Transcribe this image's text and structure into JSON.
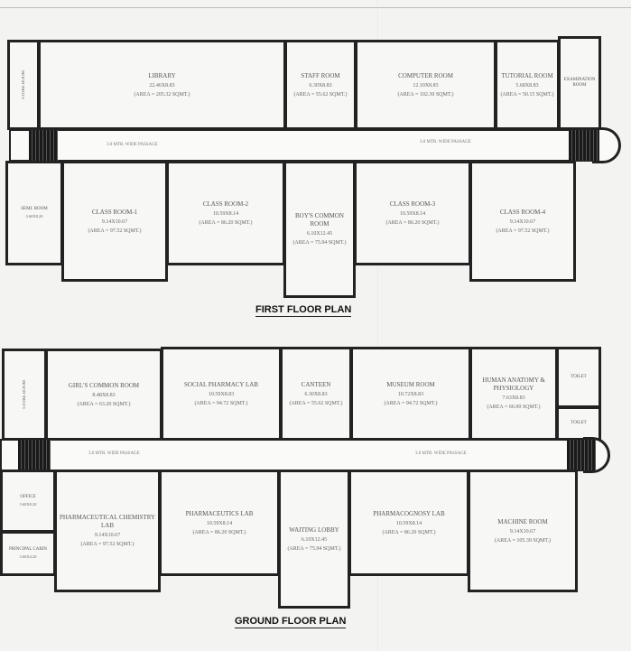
{
  "first_floor": {
    "title": "FIRST FLOOR PLAN",
    "passage_label_left": "3.0 MTR. WIDE PASSAGE",
    "passage_label_right": "3.0 MTR. WIDE PASSAGE",
    "rooms": {
      "store_vertical": "STORE ROOM",
      "library": {
        "name": "LIBRARY",
        "size": "22.46X8.83",
        "area": "(AREA = 205.32 SQMT.)"
      },
      "staff_room": {
        "name": "STAFF ROOM",
        "size": "6.30X8.83",
        "area": "(AREA = 55.62 SQMT.)"
      },
      "computer_room": {
        "name": "COMPUTER ROOM",
        "size": "12.10X8.83",
        "area": "(AREA = 102.30 SQMT.)"
      },
      "tutorial_room": {
        "name": "TUTORIAL ROOM",
        "size": "5.68X8.83",
        "area": "(AREA = 50.15 SQMT.)"
      },
      "corner_top_right": {
        "name": "EXAMINATION ROOM",
        "size": ""
      },
      "small_left": {
        "name": "SEMI. ROOM",
        "size": "3.60X8.20"
      },
      "class_room_1": {
        "name": "CLASS ROOM-1",
        "size": "9.14X10.67",
        "area": "(AREA = 97.52 SQMT.)"
      },
      "class_room_2": {
        "name": "CLASS ROOM-2",
        "size": "10.59X8.14",
        "area": "(AREA = 86.20 SQMT.)"
      },
      "boys_common_room": {
        "name": "BOY'S COMMON ROOM",
        "size": "6.10X12.45",
        "area": "(AREA = 75.94 SQMT.)"
      },
      "class_room_3": {
        "name": "CLASS ROOM-3",
        "size": "10.59X8.14",
        "area": "(AREA = 86.20 SQMT.)"
      },
      "class_room_4": {
        "name": "CLASS ROOM-4",
        "size": "9.14X10.67",
        "area": "(AREA = 97.52 SQMT.)"
      }
    }
  },
  "ground_floor": {
    "title": "GROUND FLOOR PLAN",
    "passage_label_left": "3.0 MTR. WIDE PASSAGE",
    "passage_label_right": "3.0 MTR. WIDE PASSAGE",
    "rooms": {
      "store_vertical": "STORE ROOM",
      "girls_common_room": {
        "name": "GIRL'S COMMON ROOM",
        "size": "8.48X8.83",
        "area": "(AREA = 63.20 SQMT.)"
      },
      "social_pharmacy_lab": {
        "name": "SOCIAL PHARMACY LAB",
        "size": "10.59X8.83",
        "area": "(AREA = 94.72 SQMT.)"
      },
      "canteen": {
        "name": "CANTEEN",
        "size": "6.30X8.83",
        "area": "(AREA = 55.62 SQMT.)"
      },
      "museum_room": {
        "name": "MUSEUM ROOM",
        "size": "10.72X8.83",
        "area": "(AREA = 94.72 SQMT.)"
      },
      "human_anatomy": {
        "name": "HUMAN ANATOMY & PHYSIOLOGY",
        "size": "7.63X8.83",
        "area": "(AREA = 66.00 SQMT.)"
      },
      "corner_top_right": {
        "name": "TOILET",
        "size": ""
      },
      "corner_mid_right": {
        "name": "TOILET",
        "size": ""
      },
      "office_left": {
        "name": "OFFICE",
        "size": "3.60X8.20"
      },
      "principal_left": {
        "name": "PRINCIPAL CABIN",
        "size": "3.60X4.20"
      },
      "pharmaceutical_chemistry_lab": {
        "name": "PHARMACEUTICAL CHEMISTRY LAB",
        "size": "9.14X10.67",
        "area": "(AREA = 97.52 SQMT.)"
      },
      "pharmaceutics_lab": {
        "name": "PHARMACEUTICS LAB",
        "size": "10.59X8.14",
        "area": "(AREA = 86.20 SQMT.)"
      },
      "waiting_lobby": {
        "name": "WAITING LOBBY",
        "size": "6.10X12.45",
        "area": "(AREA = 75.94 SQMT.)"
      },
      "pharmacognosy_lab": {
        "name": "PHARMACOGNOSY LAB",
        "size": "10.59X8.14",
        "area": "(AREA = 86.20 SQMT.)"
      },
      "machine_room": {
        "name": "MACHINE ROOM",
        "size": "9.14X10.67",
        "area": "(AREA = 105.39 SQMT.)"
      }
    }
  }
}
